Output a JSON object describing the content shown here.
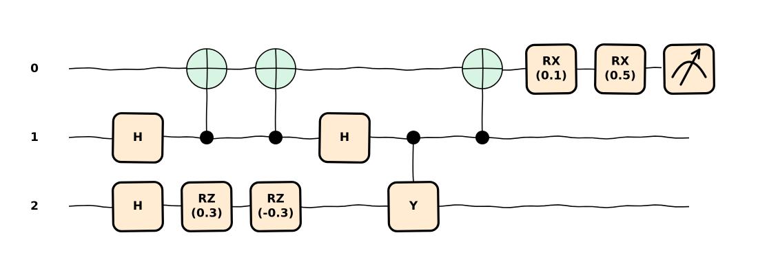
{
  "wires": [
    {
      "label": "0"
    },
    {
      "label": "1"
    },
    {
      "label": "2"
    }
  ],
  "operations": [
    {
      "kind": "gate",
      "wire": 1,
      "step": 0,
      "lines": [
        "H"
      ]
    },
    {
      "kind": "gate",
      "wire": 2,
      "step": 0,
      "lines": [
        "H"
      ]
    },
    {
      "kind": "cnot",
      "control": 1,
      "target": 0,
      "step": 1
    },
    {
      "kind": "gate",
      "wire": 2,
      "step": 1,
      "lines": [
        "RZ",
        "(0.3)"
      ]
    },
    {
      "kind": "cnot",
      "control": 1,
      "target": 0,
      "step": 2
    },
    {
      "kind": "gate",
      "wire": 2,
      "step": 2,
      "lines": [
        "RZ",
        "(-0.3)"
      ]
    },
    {
      "kind": "gate",
      "wire": 1,
      "step": 3,
      "lines": [
        "H"
      ]
    },
    {
      "kind": "controlled",
      "control": 1,
      "wire": 2,
      "step": 4,
      "lines": [
        "Y"
      ]
    },
    {
      "kind": "cnot",
      "control": 1,
      "target": 0,
      "step": 5
    },
    {
      "kind": "gate",
      "wire": 0,
      "step": 6,
      "lines": [
        "RX",
        "(0.1)"
      ]
    },
    {
      "kind": "gate",
      "wire": 0,
      "step": 7,
      "lines": [
        "RX",
        "(0.5)"
      ]
    },
    {
      "kind": "measure",
      "wire": 0,
      "step": 8
    }
  ],
  "colors": {
    "gate_fill": "#ffecd3",
    "target_fill": "#d8f5e3",
    "stroke": "#000000"
  }
}
